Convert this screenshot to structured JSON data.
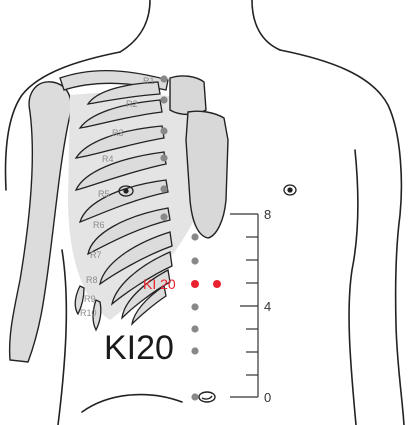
{
  "rib_labels": [
    "R1",
    "R2",
    "R3",
    "R4",
    "R5",
    "R6",
    "R7",
    "R8",
    "R9",
    "R10"
  ],
  "point_label": "KI 20",
  "main_label": "KI20",
  "scale": {
    "tick_labels": [
      "8",
      "4",
      "0"
    ]
  },
  "colors": {
    "highlight": "#e8232f",
    "point": "#888888",
    "outline": "#222222",
    "bone_fill": "#dcdcdc"
  }
}
